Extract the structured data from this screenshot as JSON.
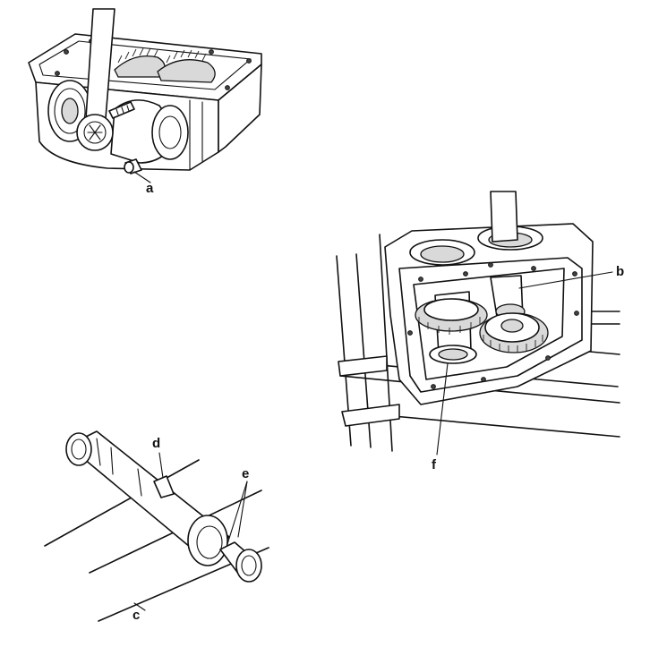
{
  "figures": [
    {
      "id": "gearbox-top",
      "callouts": [
        "a"
      ]
    },
    {
      "id": "gearbox-open",
      "callouts": [
        "b",
        "f"
      ]
    },
    {
      "id": "shaft",
      "callouts": [
        "d",
        "e",
        "c"
      ]
    }
  ],
  "labels": {
    "a": "a",
    "b": "b",
    "c": "c",
    "d": "d",
    "e": "e",
    "f": "f"
  }
}
